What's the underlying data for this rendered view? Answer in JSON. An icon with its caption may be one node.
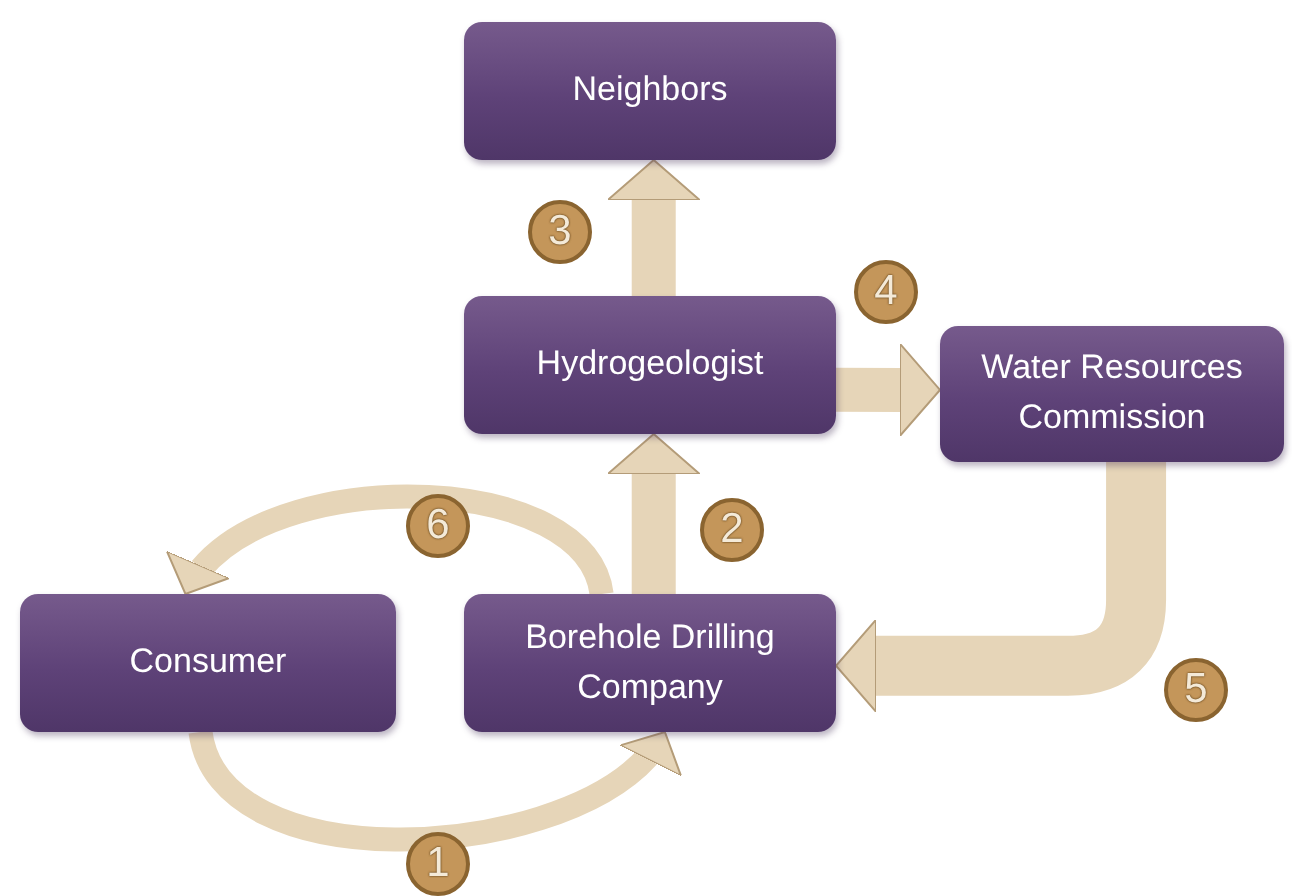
{
  "diagram": {
    "nodes": [
      {
        "text": [
          "Neighbors"
        ]
      },
      {
        "text": [
          "Hydrogeologist"
        ]
      },
      {
        "text": [
          "Water Resources Commission"
        ]
      },
      {
        "text": [
          "Consumer"
        ]
      },
      {
        "text": [
          "Borehole Drilling Company"
        ]
      }
    ],
    "edges": [
      {
        "from": 4,
        "to": 1,
        "arrow": "to"
      },
      {
        "from": 1,
        "to": 0,
        "arrow": "to"
      },
      {
        "from": 1,
        "to": 2,
        "arrow": "to"
      },
      {
        "from": 2,
        "to": 4,
        "arrow": "to"
      },
      {
        "from": 3,
        "to": 4,
        "arrow": "to"
      },
      {
        "from": 4,
        "to": 3,
        "arrow": "to"
      }
    ],
    "labels": [
      "3",
      "4",
      "6",
      "2",
      "5",
      "1"
    ]
  }
}
